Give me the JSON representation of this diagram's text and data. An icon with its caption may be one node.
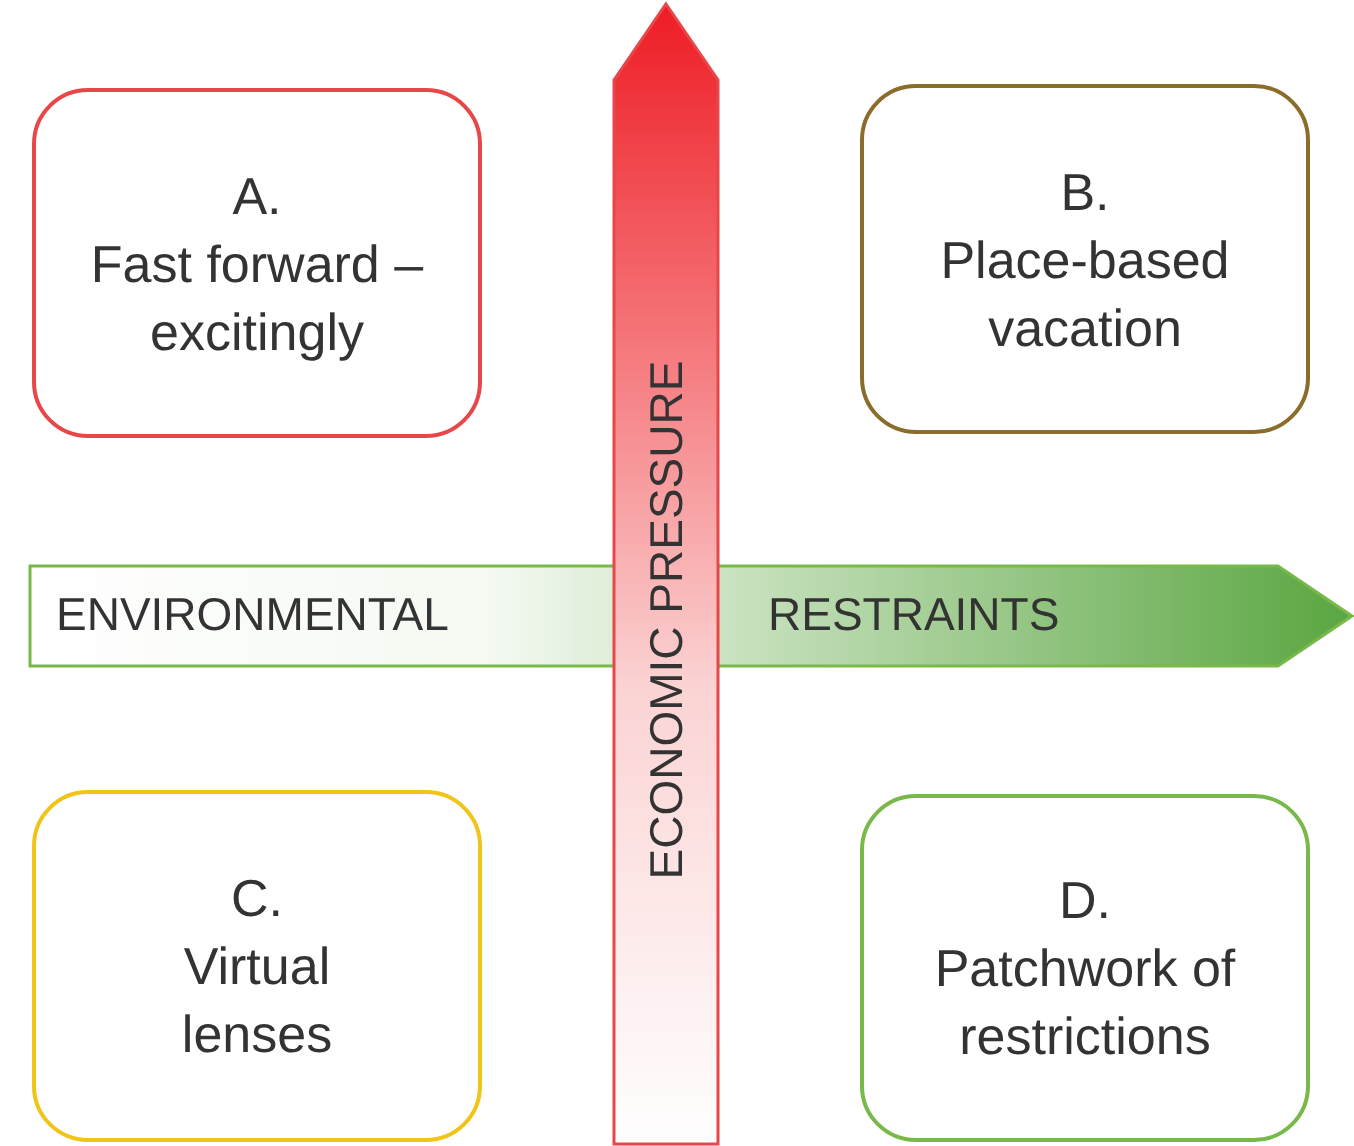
{
  "diagram": {
    "nodes": [
      {
        "text": [
          "A.",
          "Fast forward – excitingly"
        ]
      },
      {
        "text": [
          "B.",
          "Place-based vacation"
        ]
      },
      {
        "text": [
          "ENVIRONMENTAL",
          "RESTRAINTS"
        ]
      },
      {
        "text": [
          "ECONOMIC PRESSURE"
        ]
      },
      {
        "text": [
          "C.",
          "Virtual lenses"
        ]
      },
      {
        "text": [
          "D.",
          "Patchwork of restrictions"
        ]
      }
    ]
  }
}
